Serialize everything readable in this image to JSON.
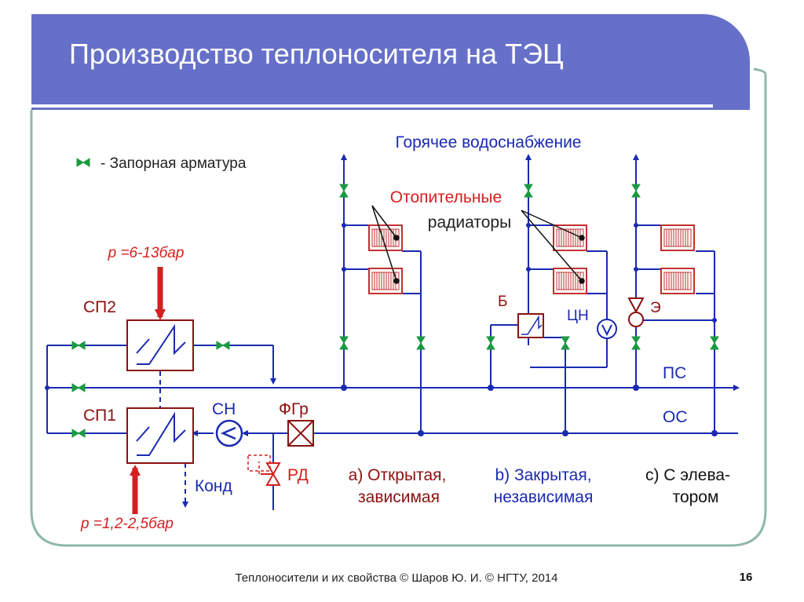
{
  "slide": {
    "title": "Производство теплоносителя на ТЭЦ",
    "footer": "Теплоносители и их свойства © Шаров Ю. И. © НГТУ, 2014",
    "page_number": "16"
  },
  "diagram": {
    "legend_text": "- Запорная арматура",
    "hot_water_label": "Горячее водоснабжение",
    "radiators_label_line1": "Отопительные",
    "radiators_label_line2": "радиаторы",
    "pressure_top": "p =6-13бар",
    "pressure_bottom": "p =1,2-2,5бар",
    "sp2_label": "СП2",
    "sp1_label": "СП1",
    "sn_label": "СН",
    "fgr_label": "ФГр",
    "rd_label": "РД",
    "kond_label": "Конд",
    "b_label": "Б",
    "cn_label": "ЦН",
    "e_label": "Э",
    "ps_label": "ПС",
    "os_label": "ОС",
    "variant_a_line1": "а) Открытая,",
    "variant_a_line2": "зависимая",
    "variant_b_line1": "b) Закрытая,",
    "variant_b_line2": "независимая",
    "variant_c_line1": "с) С элева-",
    "variant_c_line2": "тором",
    "colors": {
      "pipe": "#1a2ab0",
      "equipment": "#8b1010",
      "valve": "#1a9a40",
      "accent_red": "#d42020",
      "title_bar": "#6670c8",
      "frame": "#8fb8a8"
    }
  }
}
